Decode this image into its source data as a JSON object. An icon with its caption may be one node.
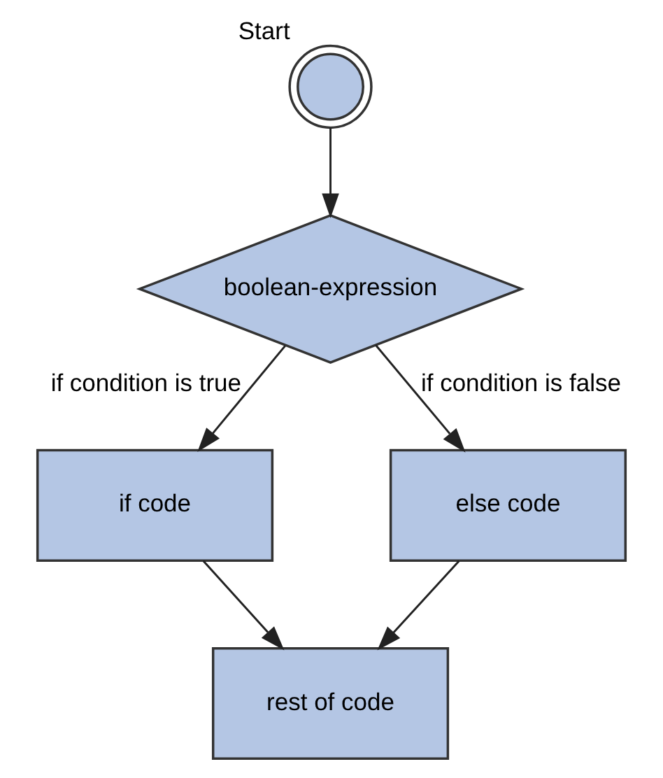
{
  "diagram": {
    "nodes": [
      {
        "text": [],
        "shape": "circle",
        "beside": [
          "Start"
        ]
      },
      {
        "text": [
          "boolean-expression"
        ]
      },
      {
        "text": [
          "if code"
        ]
      },
      {
        "text": [
          "else code"
        ]
      },
      {
        "text": [
          "rest of code"
        ]
      }
    ],
    "edges": [
      {
        "from": 0,
        "to": 1,
        "arrow": "to"
      },
      {
        "from": 1,
        "to": 2,
        "arrow": "to",
        "label": "if condition is true"
      },
      {
        "from": 1,
        "to": 3,
        "arrow": "to",
        "label": "if condition is false"
      },
      {
        "from": 3,
        "to": 4,
        "arrow": "to"
      },
      {
        "from": 2,
        "to": 4,
        "arrow": "to"
      }
    ]
  }
}
